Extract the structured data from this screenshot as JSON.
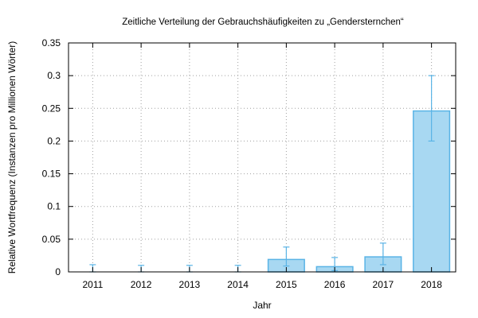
{
  "chart_data": {
    "type": "bar",
    "title": "Zeitliche Verteilung der Gebrauchshäufigkeiten zu „Gendersternchen“",
    "xlabel": "Jahr",
    "ylabel": "Relative Wortfrequenz (Instanzen pro Millionen Wörter)",
    "categories": [
      "2011",
      "2012",
      "2013",
      "2014",
      "2015",
      "2016",
      "2017",
      "2018"
    ],
    "values": [
      0,
      0,
      0,
      0,
      0.019,
      0.008,
      0.023,
      0.246
    ],
    "error_low": [
      0,
      0,
      0,
      0,
      0.009,
      0.002,
      0.011,
      0.2
    ],
    "error_high": [
      0.011,
      0.01,
      0.01,
      0.01,
      0.038,
      0.022,
      0.044,
      0.3
    ],
    "ylim": [
      0,
      0.35
    ],
    "yticks": [
      "0",
      "0.05",
      "0.1",
      "0.15",
      "0.2",
      "0.25",
      "0.3",
      "0.35"
    ],
    "grid": true,
    "colors": {
      "bar_fill": "#a8d8f2",
      "bar_stroke": "#5ab4e6",
      "grid": "#a0a0a0"
    }
  }
}
